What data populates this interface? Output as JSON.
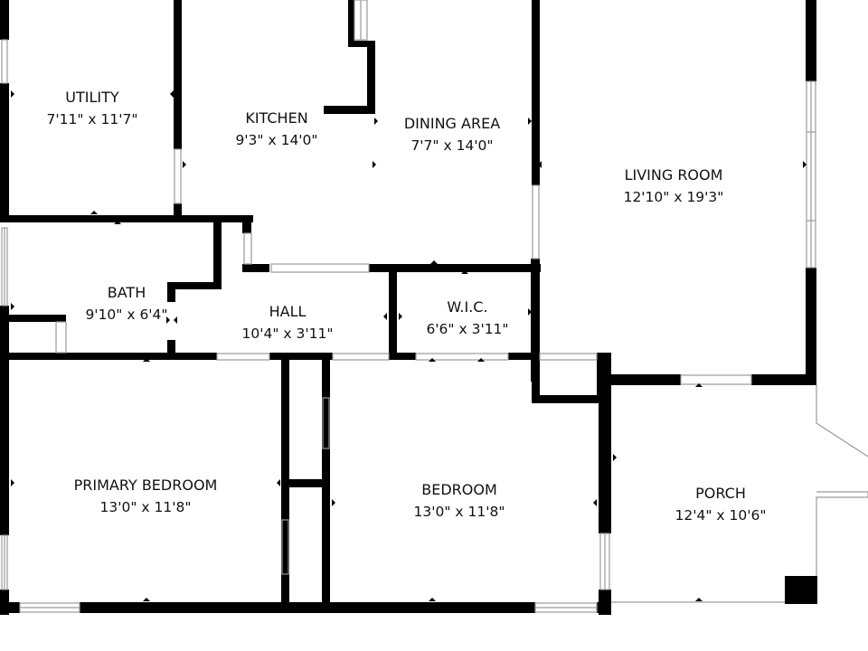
{
  "plan": {
    "colors": {
      "background": "#ffffff",
      "wall": "#000000",
      "text": "#111111",
      "window_line": "#9a9a9a"
    },
    "rooms": [
      {
        "id": "utility",
        "name": "UTILITY",
        "dims": "7'11\" x 11'7\""
      },
      {
        "id": "kitchen",
        "name": "KITCHEN",
        "dims": "9'3\" x 14'0\""
      },
      {
        "id": "dining-area",
        "name": "DINING AREA",
        "dims": "7'7\" x 14'0\""
      },
      {
        "id": "living-room",
        "name": "LIVING ROOM",
        "dims": "12'10\" x 19'3\""
      },
      {
        "id": "bath",
        "name": "BATH",
        "dims": "9'10\" x 6'4\""
      },
      {
        "id": "hall",
        "name": "HALL",
        "dims": "10'4\" x 3'11\""
      },
      {
        "id": "wic",
        "name": "W.I.C.",
        "dims": "6'6\" x 3'11\""
      },
      {
        "id": "primary-bedroom",
        "name": "PRIMARY BEDROOM",
        "dims": "13'0\" x 11'8\""
      },
      {
        "id": "bedroom",
        "name": "BEDROOM",
        "dims": "13'0\" x 11'8\""
      },
      {
        "id": "porch",
        "name": "PORCH",
        "dims": "12'4\" x 10'6\""
      }
    ]
  }
}
